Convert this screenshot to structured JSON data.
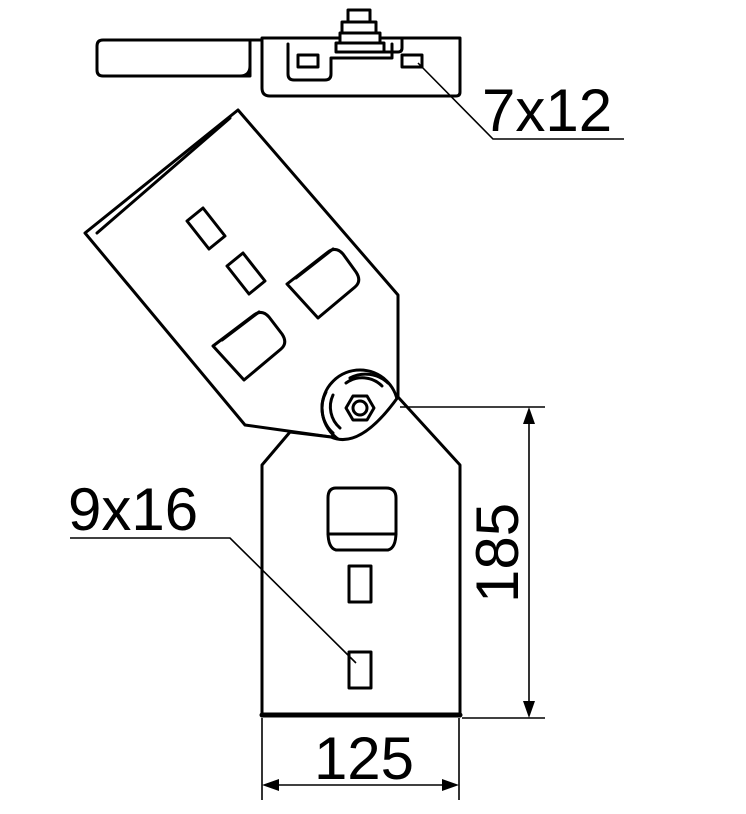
{
  "dimensions": {
    "hole_top": "7x12",
    "hole_bottom": "9x16",
    "height": "185",
    "width": "125"
  }
}
